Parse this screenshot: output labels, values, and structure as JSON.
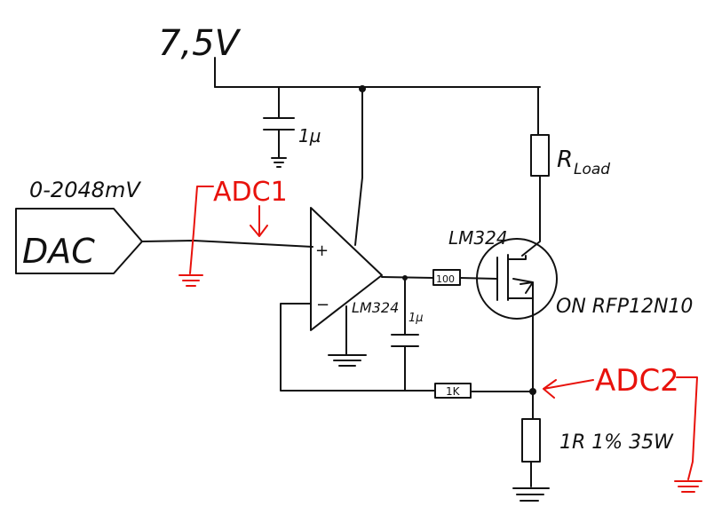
{
  "diagram": {
    "supply_label": "7,5V",
    "dac_range_label": "0-2048mV",
    "dac_label": "DAC",
    "adc1_label": "ADC1",
    "adc2_label": "ADC2",
    "cap_top_label": "1µ",
    "cap_mid_label": "1µ",
    "opamp_label": "LM324",
    "opamp_plus": "+",
    "opamp_minus": "−",
    "mosfet_drive_label": "LM324",
    "gate_resistor_label": "100",
    "feedback_resistor_label": "1K",
    "load_label": "R",
    "load_subscript": "Load",
    "mosfet_label": "ON RFP12N10",
    "sense_resistor_label": "1R 1% 35W"
  },
  "colors": {
    "ink": "#111111",
    "annotation": "#e8120c"
  }
}
